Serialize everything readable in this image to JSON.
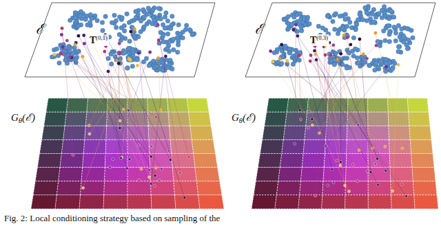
{
  "diagram": {
    "caption": "Fig. 2: Local conditioning strategy based on sampling of the",
    "labels": [
      "ℰ",
      "T",
      "(0,1)",
      "G",
      "θ",
      "(ℰ)",
      "ℰ",
      "T",
      "(0,3)",
      "G",
      "θ",
      "(ℰ)"
    ]
  }
}
